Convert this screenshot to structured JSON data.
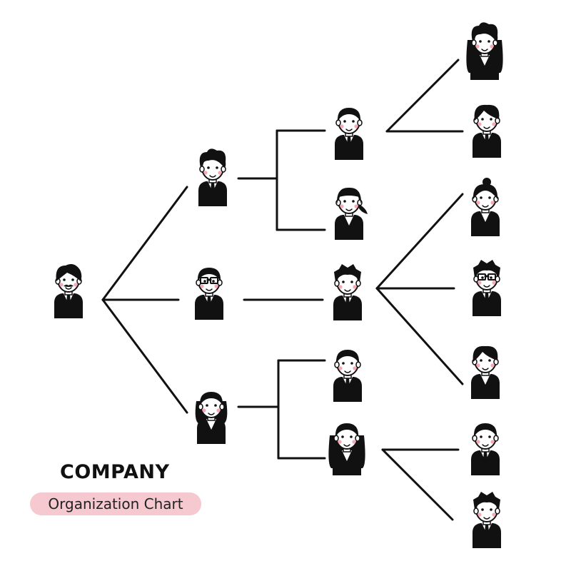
{
  "title": "COMPANY",
  "subtitle": "Organization Chart",
  "colors": {
    "ink": "#111111",
    "skin": "#ffffff",
    "cheek": "#f4a9b4",
    "pill": "#f6c8cf"
  },
  "people": [
    {
      "id": "ceo",
      "level": 0,
      "hair": "wavy",
      "gender": "m",
      "glasses": false,
      "mustache": true
    },
    {
      "id": "m1",
      "level": 1,
      "hair": "curly",
      "gender": "m",
      "glasses": false,
      "mustache": false
    },
    {
      "id": "m2",
      "level": 1,
      "hair": "short",
      "gender": "m",
      "glasses": true,
      "mustache": false
    },
    {
      "id": "m3",
      "level": 1,
      "hair": "bob",
      "gender": "f",
      "glasses": false,
      "mustache": false
    },
    {
      "id": "s1",
      "level": 2,
      "hair": "short",
      "gender": "m",
      "glasses": false,
      "mustache": false
    },
    {
      "id": "s2",
      "level": 2,
      "hair": "ponytail",
      "gender": "f",
      "glasses": false,
      "mustache": false
    },
    {
      "id": "s3",
      "level": 2,
      "hair": "spiky",
      "gender": "m",
      "glasses": false,
      "mustache": false
    },
    {
      "id": "s4",
      "level": 2,
      "hair": "flat",
      "gender": "m",
      "glasses": false,
      "mustache": false
    },
    {
      "id": "s5",
      "level": 2,
      "hair": "long",
      "gender": "f",
      "glasses": false,
      "mustache": false
    },
    {
      "id": "e1",
      "level": 3,
      "hair": "curlylong",
      "gender": "f",
      "glasses": false,
      "mustache": false
    },
    {
      "id": "e2",
      "level": 3,
      "hair": "side",
      "gender": "m",
      "glasses": false,
      "mustache": false
    },
    {
      "id": "e3",
      "level": 3,
      "hair": "bun",
      "gender": "f",
      "glasses": false,
      "mustache": false
    },
    {
      "id": "e4",
      "level": 3,
      "hair": "spiky",
      "gender": "m",
      "glasses": true,
      "mustache": false
    },
    {
      "id": "e5",
      "level": 3,
      "hair": "side",
      "gender": "f",
      "glasses": false,
      "mustache": false
    },
    {
      "id": "e6",
      "level": 3,
      "hair": "flat",
      "gender": "m",
      "glasses": false,
      "mustache": false
    },
    {
      "id": "e7",
      "level": 3,
      "hair": "spiky",
      "gender": "m",
      "glasses": false,
      "mustache": false
    }
  ],
  "links": [
    [
      "ceo",
      "m1"
    ],
    [
      "ceo",
      "m2"
    ],
    [
      "ceo",
      "m3"
    ],
    [
      "m1",
      "s1"
    ],
    [
      "m1",
      "s2"
    ],
    [
      "m2",
      "s3"
    ],
    [
      "m3",
      "s4"
    ],
    [
      "m3",
      "s5"
    ],
    [
      "s1",
      "e1"
    ],
    [
      "s1",
      "e2"
    ],
    [
      "s3",
      "e3"
    ],
    [
      "s3",
      "e4"
    ],
    [
      "s3",
      "e5"
    ],
    [
      "s5",
      "e6"
    ],
    [
      "s5",
      "e7"
    ]
  ]
}
